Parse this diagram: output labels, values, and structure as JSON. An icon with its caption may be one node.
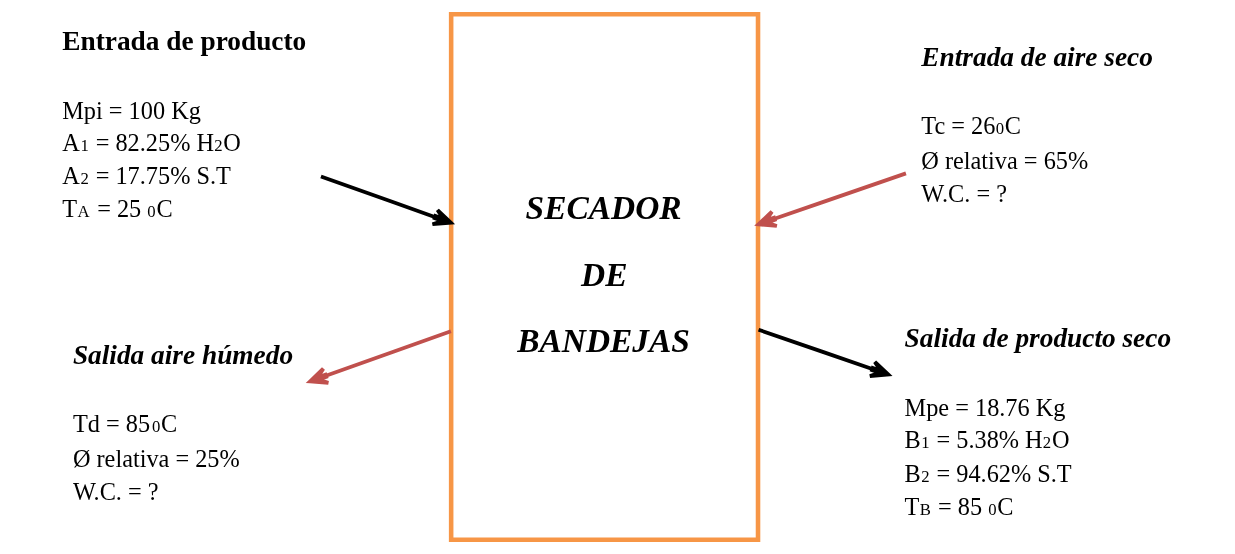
{
  "diagram": {
    "nodes": [
      {
        "text": [
          "Entrada de producto",
          "Mpi = 100 Kg",
          "A$_{1}$ = 82.25% H$_{2}$O",
          "A$_{2}$ = 17.75% S.T",
          "T$_{A}$ = 25 $^{0}$C"
        ]
      },
      {
        "text": [
          "SECADOR DE BANDEJAS"
        ]
      },
      {
        "text": [
          "Entrada de aire seco",
          "Tc = 26$^{0}$C",
          "Ø relativa = 65%",
          "W.C. = ?"
        ]
      },
      {
        "text": [
          "Salida aire húmedo",
          "Td = 85$^{0}$C",
          "Ø relativa = 25%",
          "W.C. = ?"
        ]
      },
      {
        "text": [
          "Salida de producto seco",
          "Mpe = 18.76 Kg",
          "B$_{1}$ = 5.38% H$_{2}$O",
          "B$_{2}$ = 94.62% S.T",
          "T$_{B}$ = 85 $^{0}$C"
        ]
      }
    ],
    "edges": [
      {
        "from": 0,
        "to": 1,
        "arrow": "to"
      },
      {
        "from": 2,
        "to": 1,
        "arrow": "to",
        "color": "#c0504d"
      },
      {
        "from": 1,
        "to": 3,
        "arrow": "to",
        "color": "#c0504d"
      },
      {
        "from": 1,
        "to": 4,
        "arrow": "to"
      }
    ]
  }
}
